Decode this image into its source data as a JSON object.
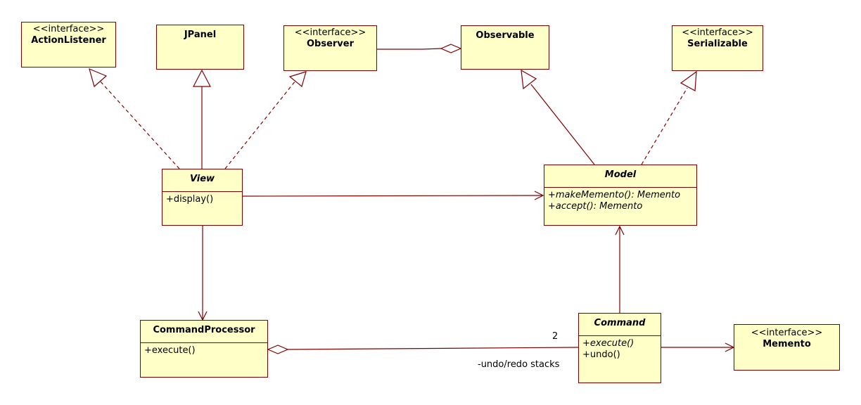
{
  "classes": {
    "action_listener": {
      "stereotype": "<<interface>>",
      "name": "ActionListener"
    },
    "jpanel": {
      "name": "JPanel"
    },
    "observer": {
      "stereotype": "<<interface>>",
      "name": "Observer"
    },
    "observable": {
      "name": "Observable"
    },
    "serializable": {
      "stereotype": "<<interface>>",
      "name": "Serializable"
    },
    "view": {
      "name": "View",
      "operations": [
        "+display()"
      ]
    },
    "model": {
      "name": "Model",
      "operations": [
        "+makeMemento(): Memento",
        "+accept(): Memento"
      ]
    },
    "command_processor": {
      "name": "CommandProcessor",
      "operations": [
        "+execute()"
      ]
    },
    "command": {
      "name": "Command",
      "operations": [
        "+execute()",
        "+undo()"
      ]
    },
    "memento": {
      "stereotype": "<<interface>>",
      "name": "Memento"
    }
  },
  "labels": {
    "multiplicity": "2",
    "role": "-undo/redo stacks"
  },
  "colors": {
    "box_fill": "#ffffc8",
    "line": "#800000",
    "text": "#000000"
  }
}
